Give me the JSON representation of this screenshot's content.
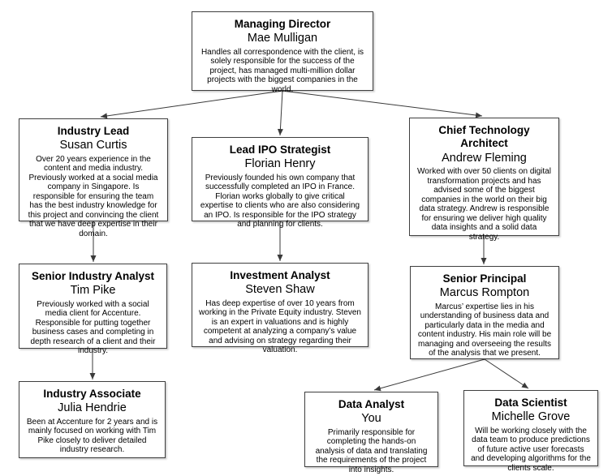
{
  "diagram_type": "org-chart",
  "nodes": [
    {
      "id": "managing-director",
      "title": "Managing Director",
      "person": "Mae Mulligan",
      "description": "Handles all correspondence with the client, is solely responsible for the success of the project, has managed multi-million dollar projects with the biggest companies in the world."
    },
    {
      "id": "industry-lead",
      "title": "Industry Lead",
      "person": "Susan Curtis",
      "description": "Over 20 years experience in the content and media industry. Previously worked at a social media company in Singapore. Is responsible for ensuring the team has the best industry knowledge for this project and convincing the client that we have deep expertise in their domain."
    },
    {
      "id": "lead-ipo-strategist",
      "title": "Lead IPO Strategist",
      "person": "Florian Henry",
      "description": "Previously founded his own company that successfully completed an IPO in France. Florian works globally to give critical expertise to clients who are also considering an IPO. Is responsible for the IPO strategy and planning for clients."
    },
    {
      "id": "chief-technology-architect",
      "title": "Chief Technology Architect",
      "person": "Andrew Fleming",
      "description": "Worked with over 50 clients on digital transformation projects and has advised some of the biggest companies in the world on their big data strategy. Andrew is responsible for ensuring we deliver high quality data insights and a solid data strategy."
    },
    {
      "id": "senior-industry-analyst",
      "title": "Senior Industry Analyst",
      "person": "Tim Pike",
      "description": "Previously worked with a social media client for Accenture. Responsible for putting together business cases and completing in depth research of a client and their industry."
    },
    {
      "id": "investment-analyst",
      "title": "Investment Analyst",
      "person": "Steven Shaw",
      "description": "Has deep expertise of over 10 years from working in the Private Equity industry. Steven is an expert in valuations and is highly competent at analyzing a company’s value and advising on strategy regarding their valuation."
    },
    {
      "id": "senior-principal",
      "title": "Senior Principal",
      "person": "Marcus Rompton",
      "description": "Marcus’ expertise lies in his understanding of business data and particularly data in the media and content industry. His main role will be managing and overseeing the results of the analysis that we present."
    },
    {
      "id": "industry-associate",
      "title": "Industry Associate",
      "person": "Julia Hendrie",
      "description": "Been at Accenture for 2 years and is mainly focused on working with Tim Pike closely to deliver detailed industry research."
    },
    {
      "id": "data-analyst",
      "title": "Data Analyst",
      "person": "You",
      "description": "Primarily responsible for completing the hands-on analysis of data and translating the requirements of the project into insights."
    },
    {
      "id": "data-scientist",
      "title": "Data Scientist",
      "person": "Michelle Grove",
      "description": "Will be working closely with the data team to produce predictions of future active user forecasts and developing algorithms for the clients scale."
    }
  ],
  "edges": [
    {
      "from": "managing-director",
      "to": "industry-lead"
    },
    {
      "from": "managing-director",
      "to": "lead-ipo-strategist"
    },
    {
      "from": "managing-director",
      "to": "chief-technology-architect"
    },
    {
      "from": "industry-lead",
      "to": "senior-industry-analyst"
    },
    {
      "from": "lead-ipo-strategist",
      "to": "investment-analyst"
    },
    {
      "from": "chief-technology-architect",
      "to": "senior-principal"
    },
    {
      "from": "senior-industry-analyst",
      "to": "industry-associate"
    },
    {
      "from": "senior-principal",
      "to": "data-analyst"
    },
    {
      "from": "senior-principal",
      "to": "data-scientist"
    }
  ],
  "colors": {
    "box_fill": "#ffffff",
    "box_border": "#3f3f3f",
    "line": "#3a3a3a",
    "text": "#000000"
  }
}
